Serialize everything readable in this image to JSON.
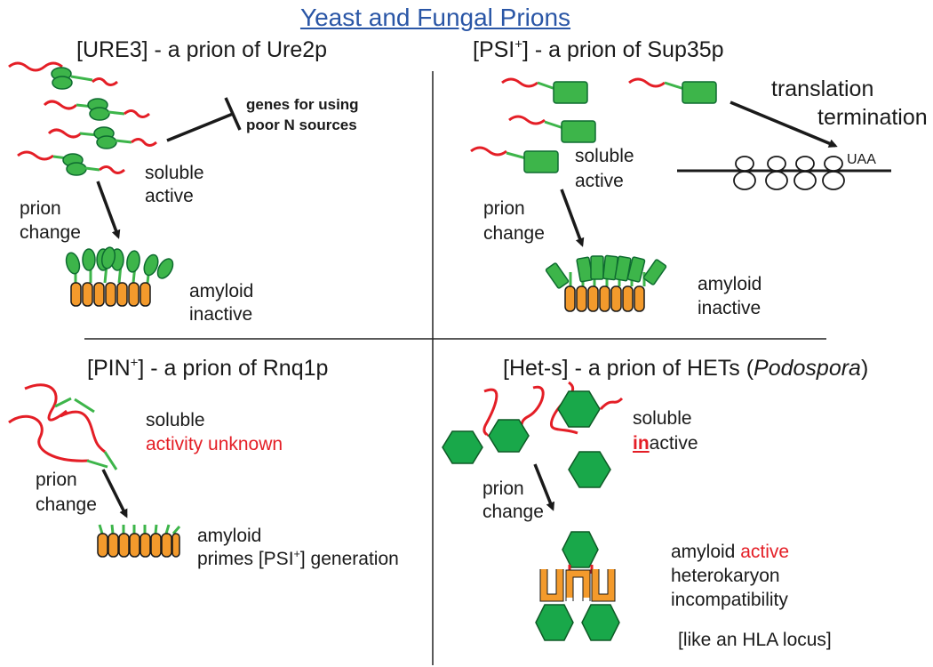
{
  "title": "Yeast and Fungal Prions",
  "panels": {
    "ure3": {
      "heading_pre": "[URE3] - a prion of Ure2p",
      "genes_line1": "genes for using",
      "genes_line2": "poor N sources",
      "soluble": "soluble",
      "active": "active",
      "prion": "prion",
      "change": "change",
      "amyloid": "amyloid",
      "inactive": "inactive"
    },
    "psi": {
      "heading_pre": "[PSI",
      "heading_sup": "+",
      "heading_post": "] - a prion of Sup35p",
      "translation": "translation",
      "termination": "termination",
      "uaa": "UAA",
      "soluble": "soluble",
      "active": "active",
      "prion": "prion",
      "change": "change",
      "amyloid": "amyloid",
      "inactive": "inactive"
    },
    "pin": {
      "heading_pre": "[PIN",
      "heading_sup": "+",
      "heading_post": "] - a prion of Rnq1p",
      "soluble": "soluble",
      "activity": "activity unknown",
      "prion": "prion",
      "change": "change",
      "amyloid": "amyloid",
      "primes_pre": "primes [PSI",
      "primes_sup": "+",
      "primes_post": "] generation"
    },
    "hets": {
      "heading_pre": "[Het-s] - a prion of HETs (",
      "heading_italic": "Podospora",
      "heading_post": ")",
      "soluble": "soluble",
      "in": "in",
      "active_suffix": "active",
      "prion": "prion",
      "change": "change",
      "amyloid": "amyloid",
      "active_red": "active",
      "hetero": "heterokaryon",
      "incompat": "incompatibility",
      "hla": "[like an HLA locus]"
    }
  },
  "colors": {
    "red": "#e41e26",
    "green": "#3db54a",
    "dark_green": "#0e6b30",
    "orange": "#f39a2c",
    "title_blue": "#2a56a6"
  }
}
